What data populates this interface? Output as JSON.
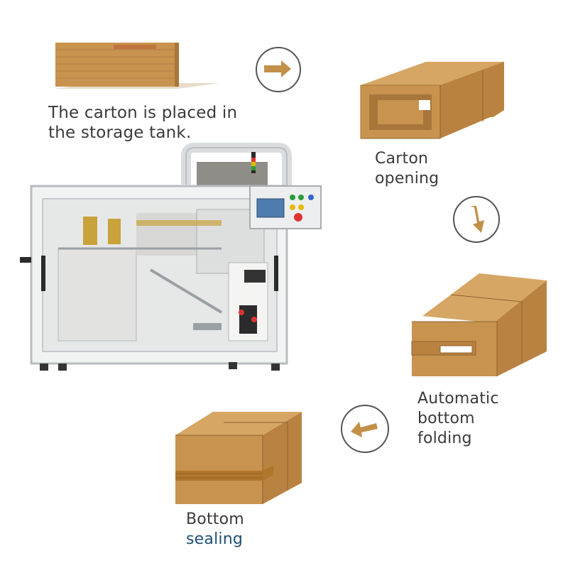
{
  "steps": [
    {
      "line1": "The carton is placed in",
      "line2": "the storage tank."
    },
    {
      "line1": "Carton",
      "line2": "opening"
    },
    {
      "line1": "Automatic",
      "line2": "bottom",
      "line3": "folding"
    },
    {
      "line1": "Bottom",
      "line2": "sealing"
    }
  ],
  "colors": {
    "cardboard": "#c8934f",
    "cardboard_dark": "#a8763a",
    "cardboard_light": "#d6a664",
    "arrow": "#c29049",
    "text": "#3a3a3a",
    "accent_text": "#1f4f73"
  },
  "icons": [
    "arrow-right-icon",
    "arrow-down-icon",
    "arrow-left-icon"
  ]
}
